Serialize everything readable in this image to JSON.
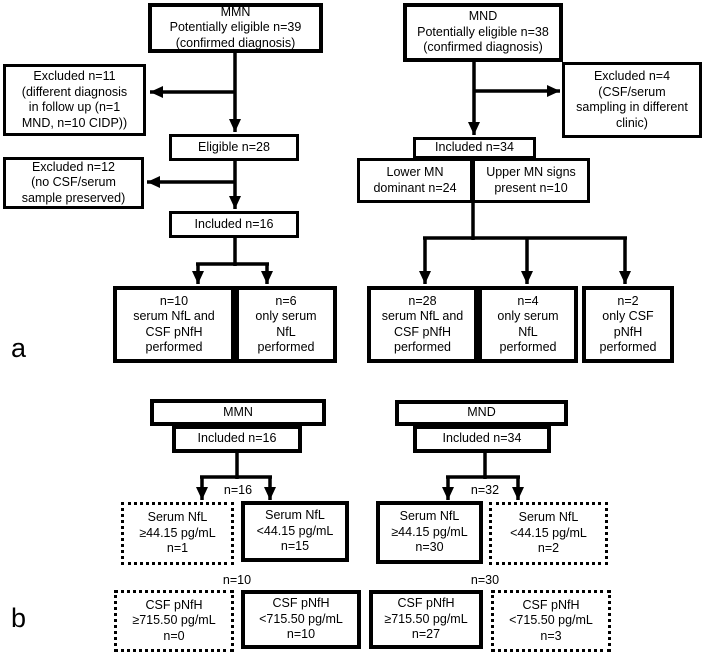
{
  "figure": {
    "panel_a_label": "a",
    "panel_b_label": "b"
  },
  "colors": {
    "ink": "#000000",
    "background": "#ffffff"
  },
  "panel_a": {
    "mmn_root": "MMN\nPotentially eligible n=39\n(confirmed diagnosis)",
    "mnd_root": "MND\nPotentially eligible n=38\n(confirmed diagnosis)",
    "excluded_mmn_1": "Excluded n=11\n(different diagnosis\nin follow up (n=1\nMND, n=10 CIDP))",
    "excluded_mmn_2": "Excluded n=12\n(no CSF/serum\nsample preserved)",
    "excluded_mnd": "Excluded n=4\n(CSF/serum\nsampling in different\nclinic)",
    "eligible_mmn": "Eligible n=28",
    "included_mmn": "Included n=16",
    "included_mnd": "Included n=34",
    "lower_mn": "Lower MN\ndominant n=24",
    "upper_mn": "Upper MN signs\npresent n=10",
    "outcome_mmn_1": "n=10\nserum NfL and\nCSF pNfH\nperformed",
    "outcome_mmn_2": "n=6\nonly serum\nNfL\nperformed",
    "outcome_mnd_1": "n=28\nserum NfL and\nCSF pNfH\nperformed",
    "outcome_mnd_2": "n=4\nonly serum\nNfL\nperformed",
    "outcome_mnd_3": "n=2\nonly CSF\npNfH\nperformed"
  },
  "panel_b": {
    "mmn_root": "MMN",
    "mmn_included": "Included n=16",
    "mnd_root": "MND",
    "mnd_included": "Included n=34",
    "mmn_serum_n": "n=16",
    "mnd_serum_n": "n=32",
    "mmn_csf_n": "n=10",
    "mnd_csf_n": "n=30",
    "mmn_serum_high": "Serum NfL\n≥44.15 pg/mL\nn=1",
    "mmn_serum_low": "Serum NfL\n<44.15 pg/mL\nn=15",
    "mnd_serum_high": "Serum NfL\n≥44.15 pg/mL\nn=30",
    "mnd_serum_low": "Serum NfL\n<44.15 pg/mL\nn=2",
    "mmn_csf_high": "CSF pNfH\n≥715.50 pg/mL\nn=0",
    "mmn_csf_low": "CSF pNfH\n<715.50 pg/mL\nn=10",
    "mnd_csf_high": "CSF pNfH\n≥715.50 pg/mL\nn=27",
    "mnd_csf_low": "CSF pNfH\n<715.50 pg/mL\nn=3"
  }
}
